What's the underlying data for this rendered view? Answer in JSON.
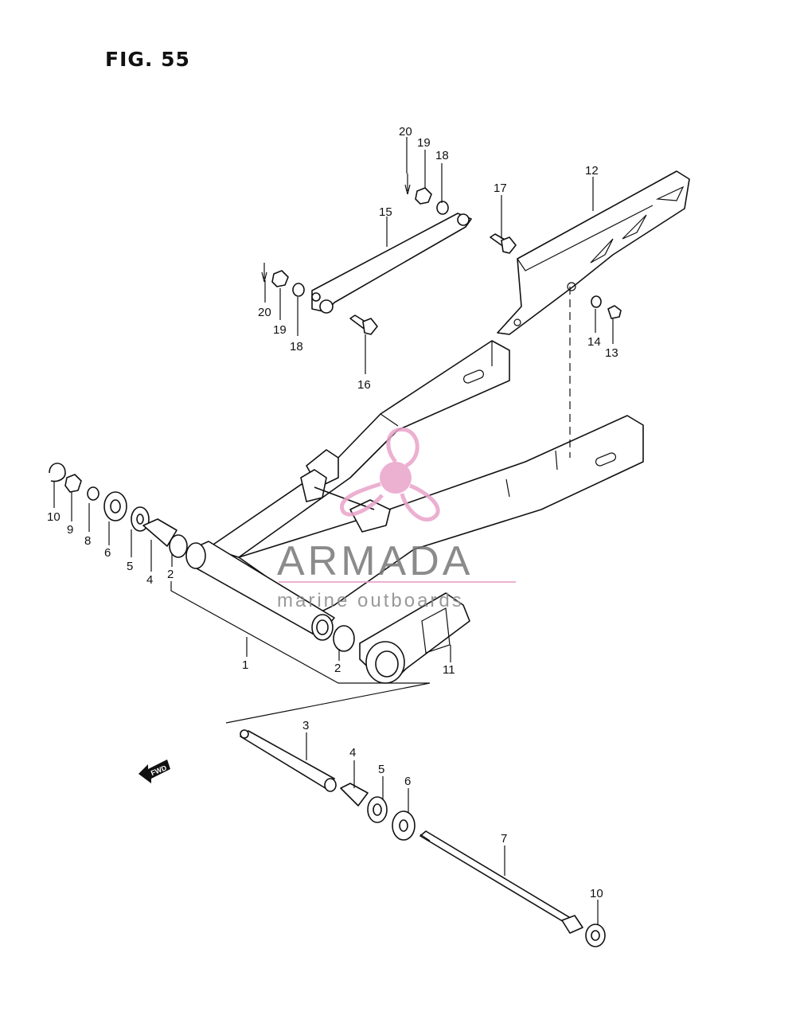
{
  "figure": {
    "title": "FIG. 55"
  },
  "callouts": [
    {
      "id": "c1",
      "label": "1"
    },
    {
      "id": "c2a",
      "label": "2"
    },
    {
      "id": "c2b",
      "label": "2"
    },
    {
      "id": "c3",
      "label": "3"
    },
    {
      "id": "c4a",
      "label": "4"
    },
    {
      "id": "c4b",
      "label": "4"
    },
    {
      "id": "c5a",
      "label": "5"
    },
    {
      "id": "c5b",
      "label": "5"
    },
    {
      "id": "c6a",
      "label": "6"
    },
    {
      "id": "c6b",
      "label": "6"
    },
    {
      "id": "c7",
      "label": "7"
    },
    {
      "id": "c8",
      "label": "8"
    },
    {
      "id": "c9",
      "label": "9"
    },
    {
      "id": "c10a",
      "label": "10"
    },
    {
      "id": "c10b",
      "label": "10"
    },
    {
      "id": "c11",
      "label": "11"
    },
    {
      "id": "c12",
      "label": "12"
    },
    {
      "id": "c13",
      "label": "13"
    },
    {
      "id": "c14",
      "label": "14"
    },
    {
      "id": "c15",
      "label": "15"
    },
    {
      "id": "c16",
      "label": "16"
    },
    {
      "id": "c17",
      "label": "17"
    },
    {
      "id": "c18a",
      "label": "18"
    },
    {
      "id": "c18b",
      "label": "18"
    },
    {
      "id": "c19a",
      "label": "19"
    },
    {
      "id": "c19b",
      "label": "19"
    },
    {
      "id": "c20a",
      "label": "20"
    },
    {
      "id": "c20b",
      "label": "20"
    }
  ],
  "fwd_arrow": {
    "text": "FWD"
  },
  "watermark": {
    "brand": "ARMADA",
    "tagline": "marine outboards",
    "logo_color": "#e9a3c9",
    "text_color": "#777777"
  },
  "colors": {
    "line": "#111111",
    "background": "#ffffff"
  }
}
